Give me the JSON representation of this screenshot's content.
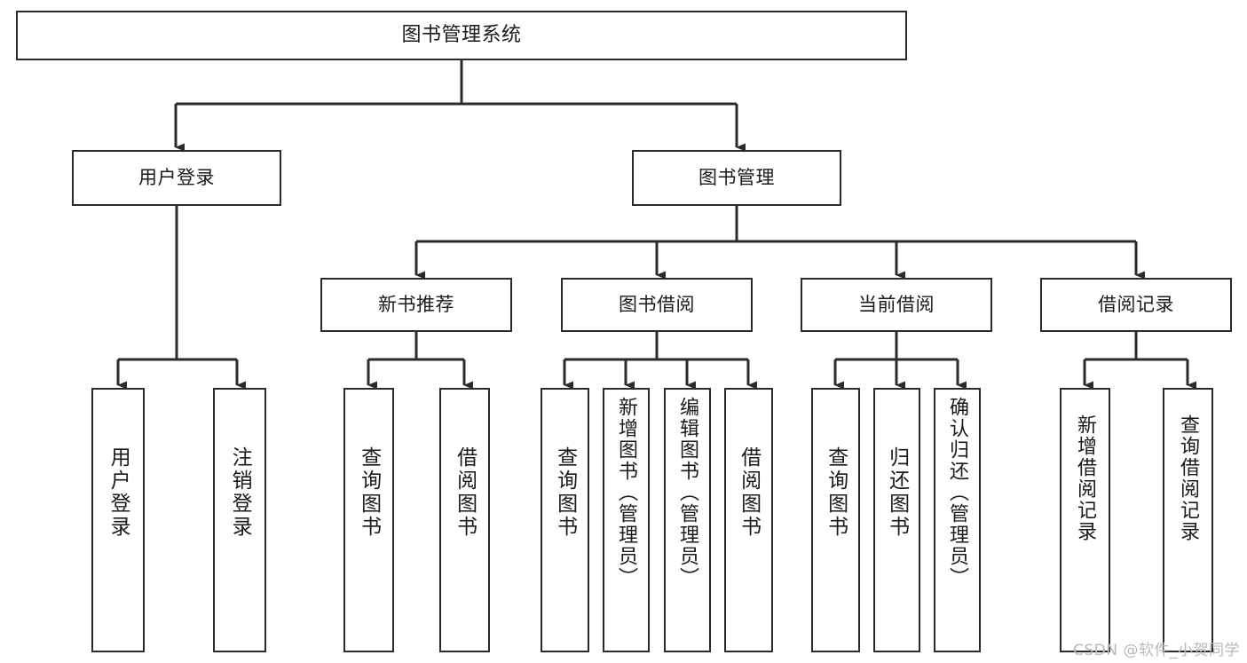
{
  "diagram": {
    "title": "图书管理系统",
    "type": "tree-hierarchy-chart",
    "watermark": "CSDN @软件_小贺同学",
    "colors": {
      "background": "#ffffff",
      "box_border": "#2b2b2b",
      "box_fill": "#ffffff",
      "connector": "#2b2b2b",
      "text": "#1a1a1a",
      "watermark": "#b9b9b9"
    },
    "levels": {
      "root": {
        "label": "图书管理系统"
      },
      "level2": [
        {
          "id": "user-login",
          "label": "用户登录"
        },
        {
          "id": "book-manage",
          "label": "图书管理"
        }
      ],
      "level3": [
        {
          "id": "new-book-recommend",
          "label": "新书推荐",
          "parent": "book-manage"
        },
        {
          "id": "book-borrow",
          "label": "图书借阅",
          "parent": "book-manage"
        },
        {
          "id": "current-borrow",
          "label": "当前借阅",
          "parent": "book-manage"
        },
        {
          "id": "borrow-record",
          "label": "借阅记录",
          "parent": "book-manage"
        }
      ],
      "leaves": [
        {
          "id": "leaf-user-login",
          "label": "用户登录",
          "parent": "user-login"
        },
        {
          "id": "leaf-user-logout",
          "label": "注销登录",
          "parent": "user-login"
        },
        {
          "id": "leaf-query-book-1",
          "label": "查询图书",
          "parent": "new-book-recommend"
        },
        {
          "id": "leaf-borrow-book-1",
          "label": "借阅图书",
          "parent": "new-book-recommend"
        },
        {
          "id": "leaf-query-book-2",
          "label": "查询图书",
          "parent": "book-borrow"
        },
        {
          "id": "leaf-add-book",
          "label": "新增图书（管理员）",
          "parent": "book-borrow"
        },
        {
          "id": "leaf-edit-book",
          "label": "编辑图书（管理员）",
          "parent": "book-borrow"
        },
        {
          "id": "leaf-borrow-book-2",
          "label": "借阅图书",
          "parent": "book-borrow"
        },
        {
          "id": "leaf-query-book-3",
          "label": "查询图书",
          "parent": "current-borrow"
        },
        {
          "id": "leaf-return-book",
          "label": "归还图书",
          "parent": "current-borrow"
        },
        {
          "id": "leaf-confirm-return",
          "label": "确认归还（管理员）",
          "parent": "current-borrow"
        },
        {
          "id": "leaf-add-record",
          "label": "新增借阅记录",
          "parent": "borrow-record"
        },
        {
          "id": "leaf-query-record",
          "label": "查询借阅记录",
          "parent": "borrow-record"
        }
      ]
    }
  }
}
